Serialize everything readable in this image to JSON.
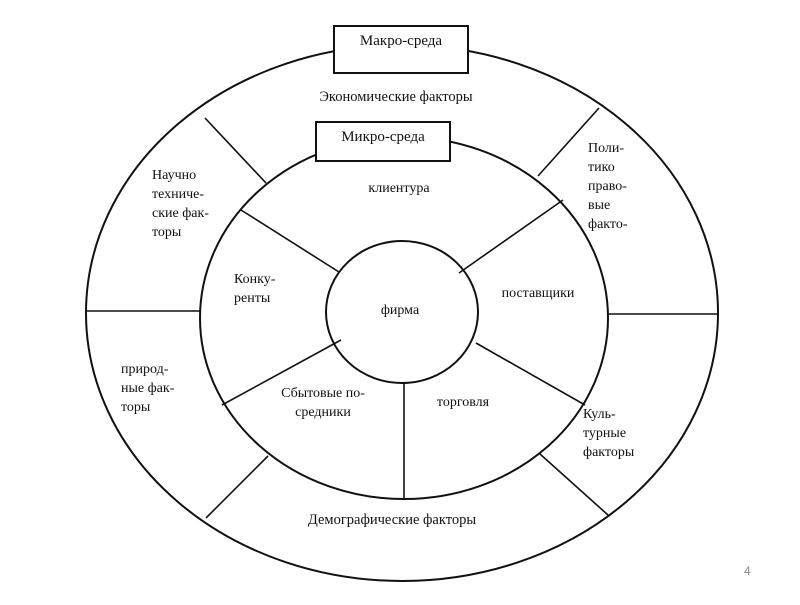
{
  "macro_title": "Макро-среда",
  "micro_title": "Микро-среда",
  "center_label": "фирма",
  "macro_sectors": {
    "economic": [
      "Экономические факторы"
    ],
    "scientific": [
      "Научно",
      "техниче-",
      "ские фак-",
      "торы"
    ],
    "political": [
      "Поли-",
      "тико",
      "право-",
      "вые",
      "факто-"
    ],
    "natural": [
      "природ-",
      "ные фак-",
      "торы"
    ],
    "cultural": [
      "Куль-",
      "турные",
      "факторы"
    ],
    "demographic": [
      "Демографические факторы"
    ]
  },
  "micro_sectors": {
    "clients": [
      "клиентура"
    ],
    "competitors": [
      "Конку-",
      "ренты"
    ],
    "suppliers": [
      "поставщики"
    ],
    "intermediaries": [
      "Сбытовые по-",
      "средники"
    ],
    "trade": [
      "торговля"
    ]
  },
  "page_number": "4"
}
